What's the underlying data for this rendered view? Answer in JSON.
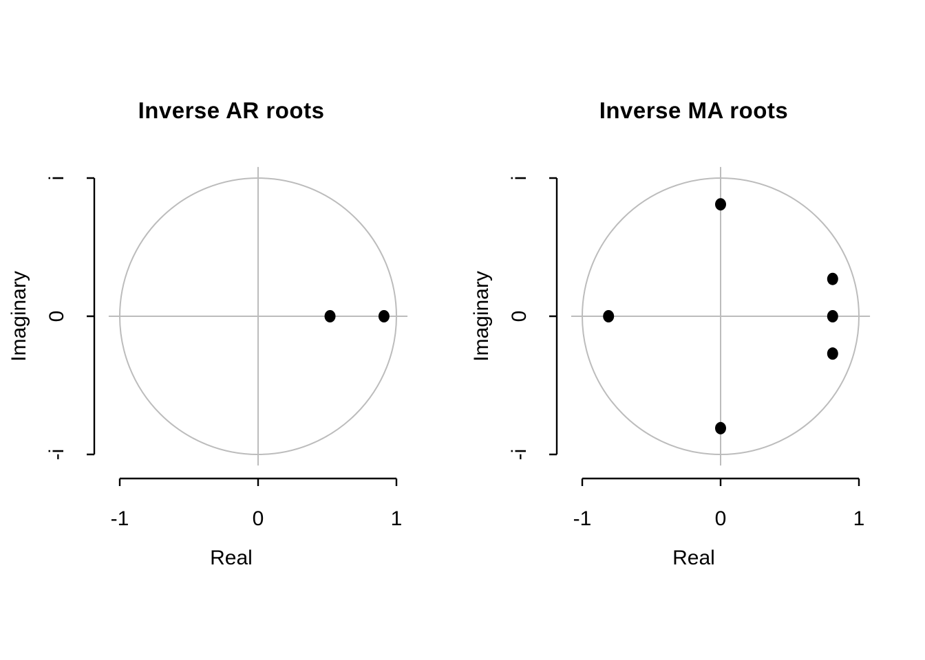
{
  "figure": {
    "background": "#ffffff",
    "colors": {
      "circle": "#bcbcbc",
      "crosshair": "#bcbcbc",
      "axis": "#000000",
      "point": "#000000",
      "text": "#000000"
    }
  },
  "chart_data": [
    {
      "type": "scatter",
      "title": "Inverse AR roots",
      "xlabel": "Real",
      "ylabel": "Imaginary",
      "xlim": [
        -1.08,
        1.08
      ],
      "ylim": [
        -1.08,
        1.08
      ],
      "x_ticks": [
        -1,
        0,
        1
      ],
      "x_tick_labels": [
        "-1",
        "0",
        "1"
      ],
      "y_ticks": [
        -1,
        0,
        1
      ],
      "y_tick_labels": [
        "-i",
        "0",
        "i"
      ],
      "unit_circle": true,
      "grid": false,
      "legend": "none",
      "points": [
        {
          "re": 0.52,
          "im": 0
        },
        {
          "re": 0.91,
          "im": 0
        }
      ]
    },
    {
      "type": "scatter",
      "title": "Inverse MA roots",
      "xlabel": "Real",
      "ylabel": "Imaginary",
      "xlim": [
        -1.08,
        1.08
      ],
      "ylim": [
        -1.08,
        1.08
      ],
      "x_ticks": [
        -1,
        0,
        1
      ],
      "x_tick_labels": [
        "-1",
        "0",
        "1"
      ],
      "y_ticks": [
        -1,
        0,
        1
      ],
      "y_tick_labels": [
        "-i",
        "0",
        "i"
      ],
      "unit_circle": true,
      "grid": false,
      "legend": "none",
      "points": [
        {
          "re": 0,
          "im": 0.81
        },
        {
          "re": 0,
          "im": -0.81
        },
        {
          "re": -0.81,
          "im": 0
        },
        {
          "re": 0.81,
          "im": 0.27
        },
        {
          "re": 0.81,
          "im": 0
        },
        {
          "re": 0.81,
          "im": -0.27
        }
      ]
    }
  ]
}
